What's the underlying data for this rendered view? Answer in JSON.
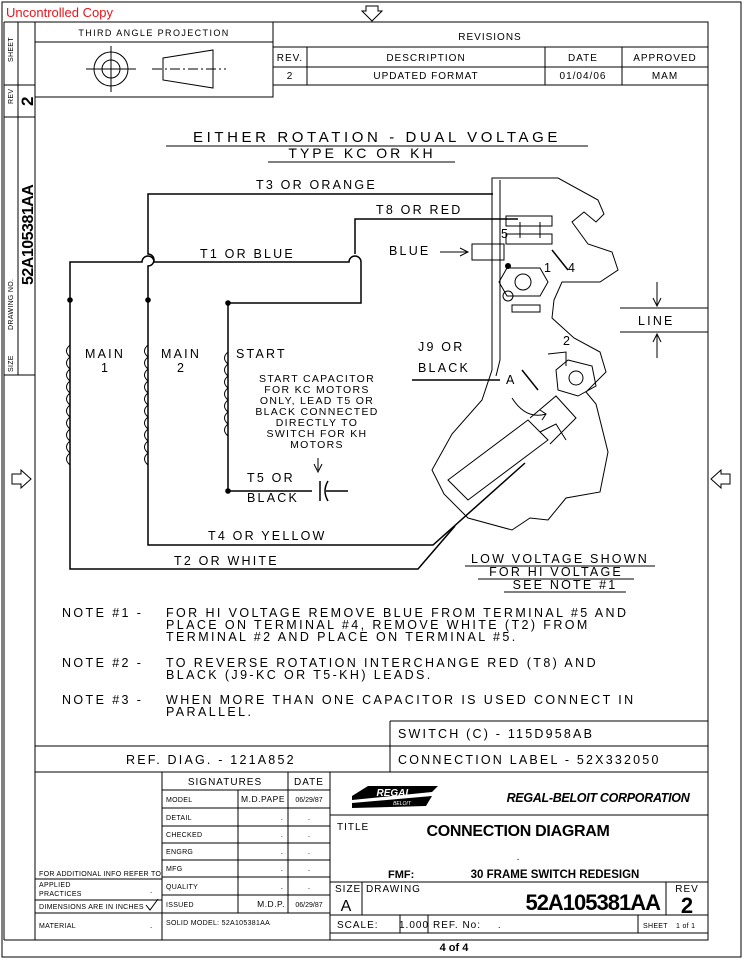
{
  "watermark": "Uncontrolled Copy",
  "side": {
    "sheet_label": "SHEET",
    "sheet_no": "",
    "rev_label": "REV",
    "rev": "2",
    "drawing_no_label": "DRAWING NO.",
    "drawing_no": "52A105381AA",
    "size_label": "SIZE",
    "size": ""
  },
  "projection": {
    "title": "THIRD ANGLE PROJECTION"
  },
  "revisions": {
    "title": "REVISIONS",
    "headers": {
      "rev": "REV.",
      "description": "DESCRIPTION",
      "date": "DATE",
      "approved": "APPROVED"
    },
    "rows": [
      {
        "rev": "2",
        "description": "UPDATED FORMAT",
        "date": "01/04/06",
        "approved": "MAM"
      }
    ]
  },
  "diagram": {
    "title": "EITHER ROTATION - DUAL VOLTAGE",
    "subtitle": "TYPE KC OR KH",
    "leads": {
      "t3": "T3 OR ORANGE",
      "t8": "T8 OR RED",
      "t1": "T1 OR BLUE",
      "blue": "BLUE",
      "j9a": "J9 OR",
      "j9b": "BLACK",
      "t5a": "T5 OR",
      "t5b": "BLACK",
      "t4": "T4 OR YELLOW",
      "t2": "T2 OR WHITE"
    },
    "windings": {
      "main1a": "MAIN",
      "main1b": "1",
      "main2a": "MAIN",
      "main2b": "2",
      "start": "START"
    },
    "cap_note": [
      "START CAPACITOR",
      "FOR KC MOTORS",
      "ONLY, LEAD T5 OR",
      "BLACK CONNECTED",
      "DIRECTLY TO",
      "SWITCH FOR KH",
      "MOTORS"
    ],
    "terminals": {
      "t5": "5",
      "t1": "1",
      "t4": "4",
      "t2": "2",
      "a": "A"
    },
    "line": "LINE",
    "low_voltage": [
      "LOW VOLTAGE SHOWN",
      "FOR HI VOLTAGE",
      "SEE NOTE #1"
    ]
  },
  "notes": [
    {
      "label": "NOTE #1 -",
      "lines": [
        "FOR HI VOLTAGE REMOVE BLUE FROM TERMINAL #5 AND",
        "PLACE ON TERMINAL #4, REMOVE WHITE (T2) FROM",
        "TERMINAL #2 AND PLACE ON TERMINAL #5."
      ]
    },
    {
      "label": "NOTE #2 -",
      "lines": [
        "TO REVERSE ROTATION INTERCHANGE RED (T8) AND",
        "BLACK (J9-KC OR T5-KH) LEADS."
      ]
    },
    {
      "label": "NOTE #3 -",
      "lines": [
        "WHEN MORE THAN ONE CAPACITOR IS USED CONNECT IN",
        "PARALLEL."
      ]
    }
  ],
  "refs": {
    "switch": "SWITCH (C) - 115D958AB",
    "ref_diag": "REF. DIAG. - 121A852",
    "label": "CONNECTION LABEL - 52X332050"
  },
  "signatures": {
    "title": "SIGNATURES",
    "date_header": "DATE",
    "rows": [
      {
        "role": "MODEL",
        "name": "M.D.PAPE",
        "date": "06/29/87"
      },
      {
        "role": "DETAIL",
        "name": ".",
        "date": "."
      },
      {
        "role": "CHECKED",
        "name": ".",
        "date": "."
      },
      {
        "role": "ENGRG",
        "name": ".",
        "date": "."
      },
      {
        "role": "MFG",
        "name": ".",
        "date": "."
      },
      {
        "role": "QUALITY",
        "name": ".",
        "date": "."
      },
      {
        "role": "ISSUED",
        "name": "M.D.P.",
        "date": "06/29/87"
      }
    ],
    "solid_model": "SOLID MODEL: 52A105381AA"
  },
  "left_block": {
    "additional": "FOR ADDITIONAL INFO REFER TO:",
    "applied1": "APPLIED",
    "applied2": "PRACTICES",
    "dims": "DIMENSIONS ARE IN INCHES",
    "material": "MATERIAL",
    "dot": "."
  },
  "company": {
    "logo": "REGAL",
    "logo_sub": "BELOIT",
    "name": "REGAL-BELOIT CORPORATION"
  },
  "title_block": {
    "title_label": "TITLE",
    "title": "CONNECTION DIAGRAM",
    "dot": ".",
    "fmf_label": "FMF:",
    "fmf": "30 FRAME SWITCH REDESIGN",
    "size_label": "SIZE",
    "size": "A",
    "drawing_label": "DRAWING",
    "drawing": "52A105381AA",
    "rev_label": "REV",
    "rev": "2",
    "scale_label": "SCALE:",
    "scale": "1.000",
    "ref_label": "REF. No:",
    "ref": ".",
    "sheet_label": "SHEET",
    "sheet": "1 of 1",
    "page": "4 of 4"
  },
  "colors": {
    "watermark": "#e8141b",
    "ink": "#000000"
  }
}
